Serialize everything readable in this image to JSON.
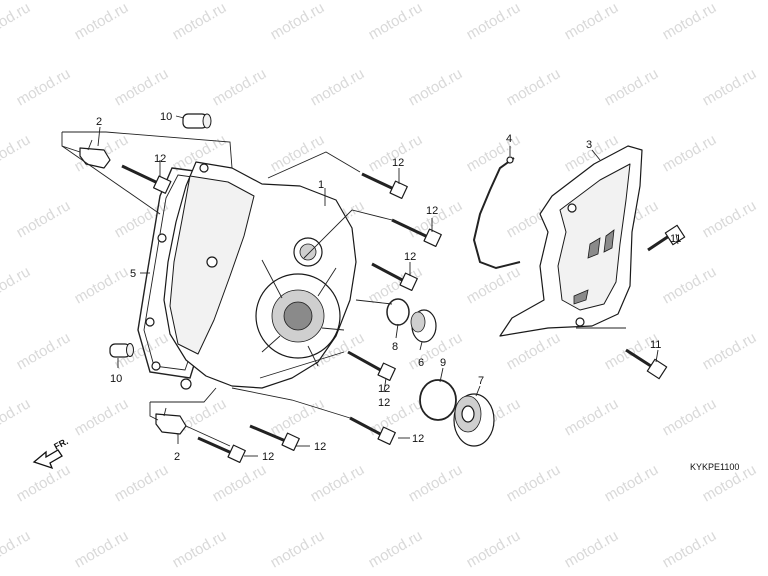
{
  "watermark": "motod.ru",
  "diagram_code": "KYKPE1100",
  "front_indicator": "FR.",
  "callouts": {
    "c1": "1",
    "c2a": "2",
    "c2b": "2",
    "c3": "3",
    "c4": "4",
    "c5": "5",
    "c6": "6",
    "c7": "7",
    "c8": "8",
    "c9": "9",
    "c10a": "10",
    "c10b": "10",
    "c11a": "11",
    "c11b": "11",
    "c12a": "12",
    "c12b": "12",
    "c12c": "12",
    "c12d": "12",
    "c12e": "12",
    "c12f": "12",
    "c12g": "12",
    "c12h": "12",
    "c12i": "12"
  }
}
